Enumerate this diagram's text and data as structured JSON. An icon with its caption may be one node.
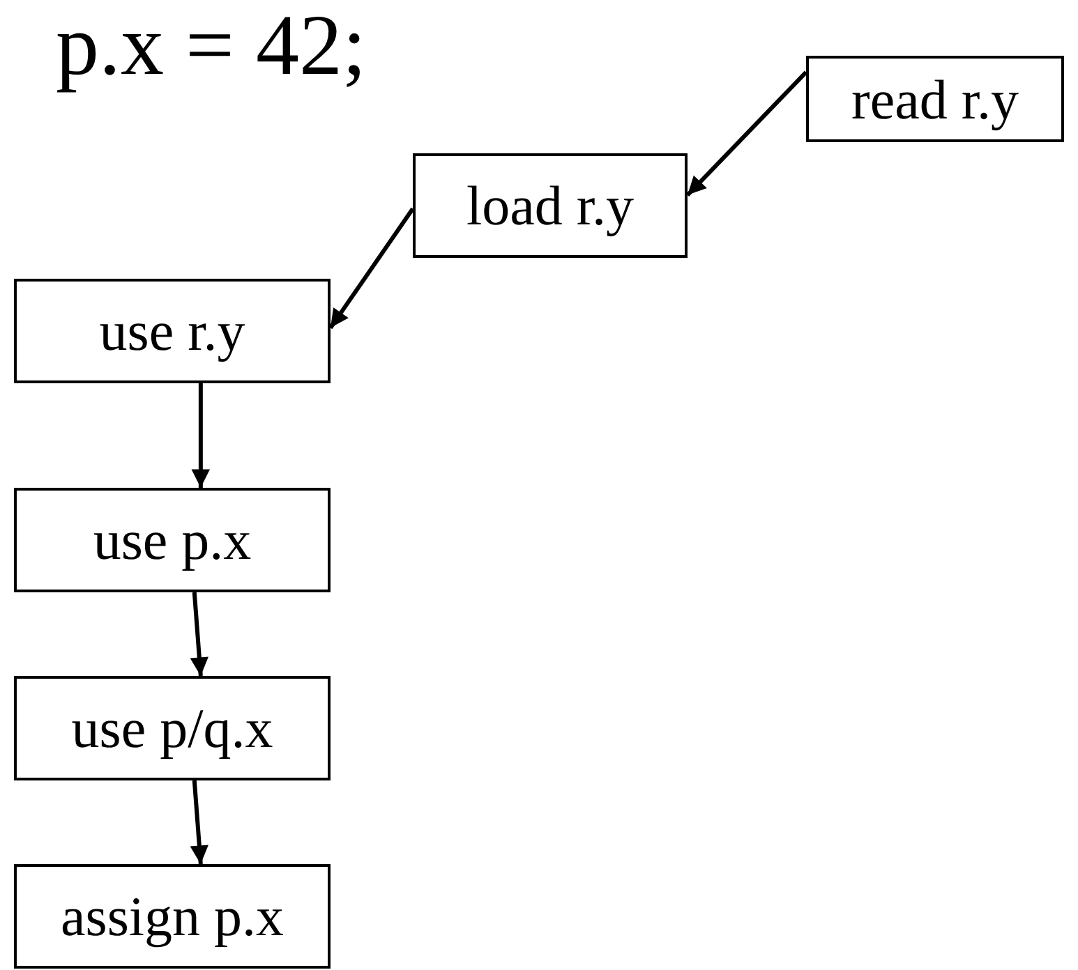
{
  "diagram": {
    "nodes": [
      {
        "text": [
          "read r.y"
        ]
      },
      {
        "text": [
          "load r.y"
        ]
      },
      {
        "text": [
          "use r.y"
        ]
      },
      {
        "text": [
          "use p.x"
        ]
      },
      {
        "text": [
          "use p/q.x"
        ]
      },
      {
        "text": [
          "assign p.x"
        ]
      }
    ],
    "edges": [
      {
        "from": 0,
        "to": 1,
        "arrow": "to"
      },
      {
        "from": 1,
        "to": 2,
        "arrow": "to"
      },
      {
        "from": 2,
        "to": 3,
        "arrow": "to"
      },
      {
        "from": 3,
        "to": 4,
        "arrow": "to"
      },
      {
        "from": 4,
        "to": 5,
        "arrow": "to"
      }
    ],
    "labels": [
      "p.x = 42;"
    ]
  }
}
